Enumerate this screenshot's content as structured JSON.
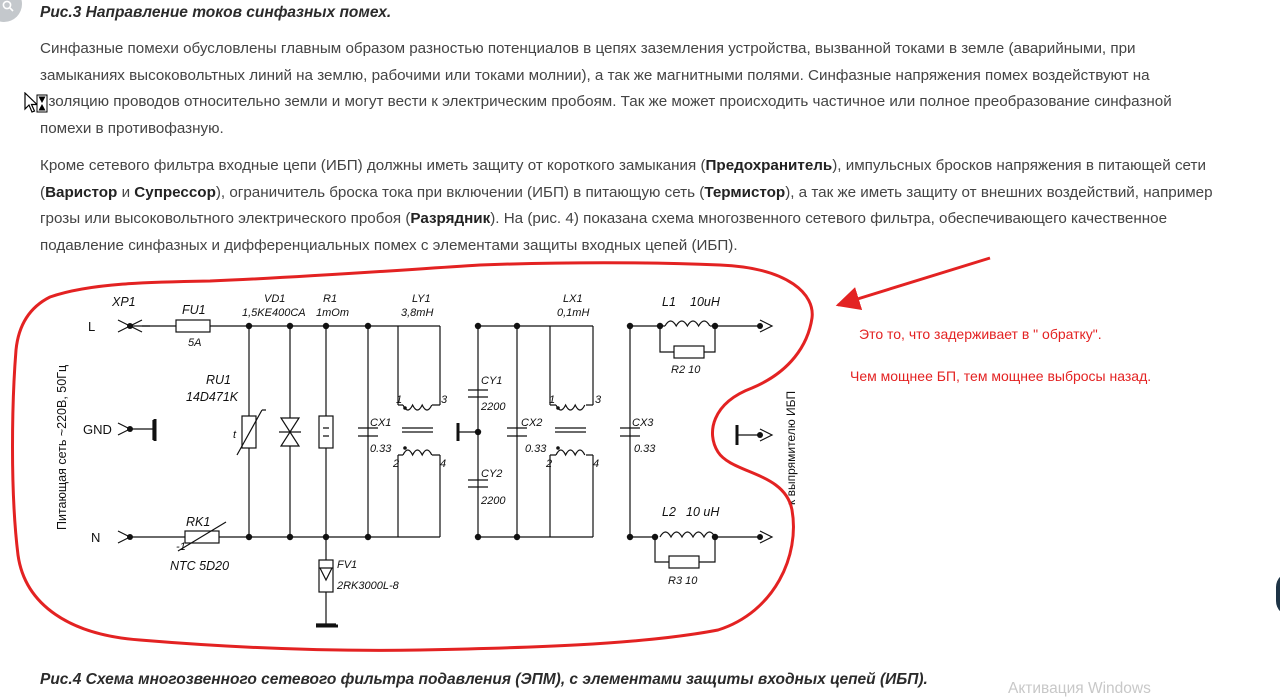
{
  "fig3_caption": "Рис.3 Направление токов синфазных помех.",
  "paragraph1": {
    "lines": [
      "Синфазные помехи обусловлены главным образом разностью потенциалов в цепях заземления устройства, вызванной токами в земле (аварийными, при",
      "замыканиях высоковольтных линий на землю, рабочими или токами молнии), а так же магнитными полями. Синфазные напряжения помех воздействуют на",
      "изоляцию проводов относительно земли и могут вести к электрическим пробоям. Так же может происходить частичное или полное преобразование синфазной",
      "помехи в противофазную."
    ]
  },
  "paragraph2": {
    "l1a": "Кроме сетевого фильтра входные цепи (ИБП) должны иметь защиту от короткого замыкания (",
    "l1b": "Предохранитель",
    "l1c": "), импульсных бросков напряжения в питающей сети",
    "l2a": "(",
    "l2b": "Варистор",
    "l2c": " и ",
    "l2d": "Супрессор",
    "l2e": "), ограничитель броска тока при включении (ИБП) в питающую сеть (",
    "l2f": "Термистор",
    "l2g": "), а так же иметь защиту от внешних воздействий, например",
    "l3a": "грозы или высоковольтного электрического пробоя (",
    "l3b": "Разрядник",
    "l3c": "). На (рис. 4) показана схема многозвенного сетевого фильтра, обеспечивающего качественное",
    "l4": "подавление синфазных и дифференциальных помех с элементами защиты входных цепей (ИБП)."
  },
  "schematic": {
    "xp1": "XP1",
    "fu1": "FU1",
    "fu1_val": "5A",
    "vd1": "VD1",
    "vd1_val": "1,5KE400CA",
    "r1": "R1",
    "r1_val": "1mOm",
    "ly1": "LY1",
    "ly1_val": "3,8mH",
    "lx1": "LX1",
    "lx1_val": "0,1mH",
    "l1": "L1",
    "l1_val": "10uH",
    "r2": "R2 10",
    "l2": "L2",
    "l2_val": "10 uH",
    "r3": "R3 10",
    "ru1": "RU1",
    "ru1_val": "14D471K",
    "rk1": "RK1",
    "rk1_val": "NTC 5D20",
    "rk1_pin": "-1",
    "fv1": "FV1",
    "fv1_val": "2RK3000L-8",
    "cx1": "CX1",
    "cx1_val": "0.33",
    "cx2": "CX2",
    "cx2_val": "0.33",
    "cx3": "CX3",
    "cx3_val": "0.33",
    "cy1": "CY1",
    "cy1_val": "2200",
    "cy2": "CY2",
    "cy2_val": "2200",
    "term_l": "L",
    "term_gnd": "GND",
    "term_n": "N",
    "vertical_left": "Питающая сеть ~220В, 50Гц",
    "vertical_right": "к выпрямителю ИБП",
    "pin1": "1",
    "pin2": "2",
    "pin3": "3",
    "pin4": "4",
    "ru_t": "t",
    "accent_red": "#e32222"
  },
  "annotations": {
    "note1": "Это то, что задерживает в \" обратку\".",
    "note2": "Чем мощнее БП, тем мощнее выбросы назад."
  },
  "fig4_caption": "Рис.4 Схема многозвенного сетевого фильтра подавления (ЭПМ), с элементами защиты входных цепей (ИБП).",
  "watermark": "Активация Windows"
}
